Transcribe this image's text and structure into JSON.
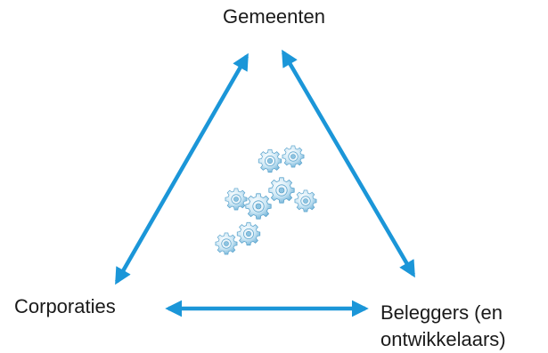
{
  "diagram": {
    "nodes": {
      "top": "Gemeenten",
      "left": "Corporaties",
      "right_line1": "Beleggers (en",
      "right_line2": "ontwikkelaars)"
    },
    "edges": [
      {
        "from": "Gemeenten",
        "to": "Corporaties",
        "direction": "bidirectional"
      },
      {
        "from": "Gemeenten",
        "to": "Beleggers (en ontwikkelaars)",
        "direction": "bidirectional"
      },
      {
        "from": "Corporaties",
        "to": "Beleggers (en ontwikkelaars)",
        "direction": "bidirectional"
      }
    ],
    "center_icon": "gears-icon",
    "colors": {
      "arrow": "#1b96d8",
      "gear_light": "#cfe8f5",
      "gear_dark": "#6fb2d8",
      "text": "#1a1a1a"
    }
  }
}
